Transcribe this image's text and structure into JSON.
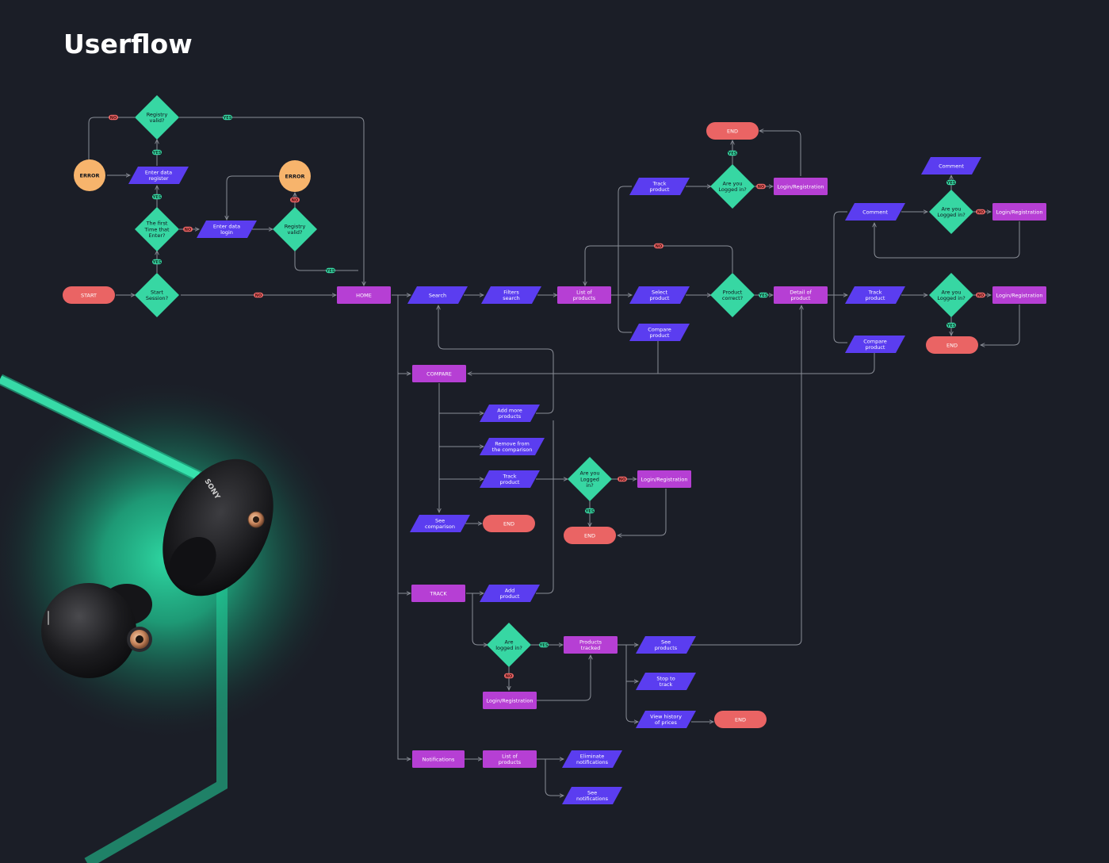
{
  "title": "Userflow",
  "colors": {
    "background": "#1b1e27",
    "line": "#8a8e97",
    "terminal": "#ea6464",
    "decision": "#37d7a3",
    "io": "#5b3df0",
    "process": "#b63fd4",
    "error": "#f7b46c",
    "yes_badge": "#37d7a3",
    "no_badge": "#ea6464",
    "glow": "#2fe0a8"
  },
  "badges": {
    "yes": "YES",
    "no": "NO"
  },
  "nodes": {
    "start": "START",
    "start_session": [
      "Start",
      "Session?"
    ],
    "first_time": [
      "The first",
      "Time that",
      "Enter?"
    ],
    "enter_register": [
      "Enter data",
      "register"
    ],
    "registry_valid_1": [
      "Registry",
      "valid?"
    ],
    "error_1": "ERROR",
    "enter_login": [
      "Enter data",
      "login"
    ],
    "registry_valid_2": [
      "Registry",
      "valid?"
    ],
    "error_2": "ERROR",
    "home": "HOME",
    "search": "Search",
    "filters": [
      "Filters",
      "search"
    ],
    "list_products": [
      "List of",
      "products"
    ],
    "track_product_1": [
      "Track",
      "product"
    ],
    "logged_1": [
      "Are you",
      "Logged in?"
    ],
    "login_reg_1": "Login/Registration",
    "end_1": "END",
    "select_product": [
      "Select",
      "product"
    ],
    "product_correct": [
      "Product",
      "correct?"
    ],
    "compare_product_1": [
      "Compare",
      "product"
    ],
    "detail_product": [
      "Detail of",
      "product"
    ],
    "comment_1": "Comment",
    "logged_2": [
      "Are you",
      "Logged in?"
    ],
    "login_reg_2": "Login/Registration",
    "comment_2": "Comment",
    "track_product_2": [
      "Track",
      "product"
    ],
    "logged_3": [
      "Are you",
      "Logged in?"
    ],
    "login_reg_3": "Login/Registration",
    "end_2": "END",
    "compare_product_2": [
      "Compare",
      "product"
    ],
    "compare": "COMPARE",
    "add_more": [
      "Add more",
      "products"
    ],
    "remove_comparison": [
      "Remove from",
      "the comparison"
    ],
    "track_product_3": [
      "Track",
      "product"
    ],
    "logged_4": [
      "Are you",
      "Logged",
      "in?"
    ],
    "login_reg_4": "Login/Registration",
    "end_3": "END",
    "see_comparison": [
      "See",
      "comparison"
    ],
    "end_4": "END",
    "track": "TRACK",
    "add_product": [
      "Add",
      "product"
    ],
    "logged_5": [
      "Are",
      "logged in?"
    ],
    "products_tracked": [
      "Products",
      "tracked"
    ],
    "login_reg_5": "Login/Registration",
    "see_products": [
      "See",
      "products"
    ],
    "stop_track": [
      "Stop to",
      "track"
    ],
    "history_prices": [
      "View history",
      "of prices"
    ],
    "end_5": "END",
    "notifications": "Notifications",
    "list_products_2": [
      "List of",
      "products"
    ],
    "eliminate_notifications": [
      "Eliminate",
      "notifications"
    ],
    "see_notifications": [
      "See",
      "notifications"
    ]
  },
  "illustration": {
    "brand_text": "SONY",
    "description_icon": "earbuds-illustration"
  }
}
